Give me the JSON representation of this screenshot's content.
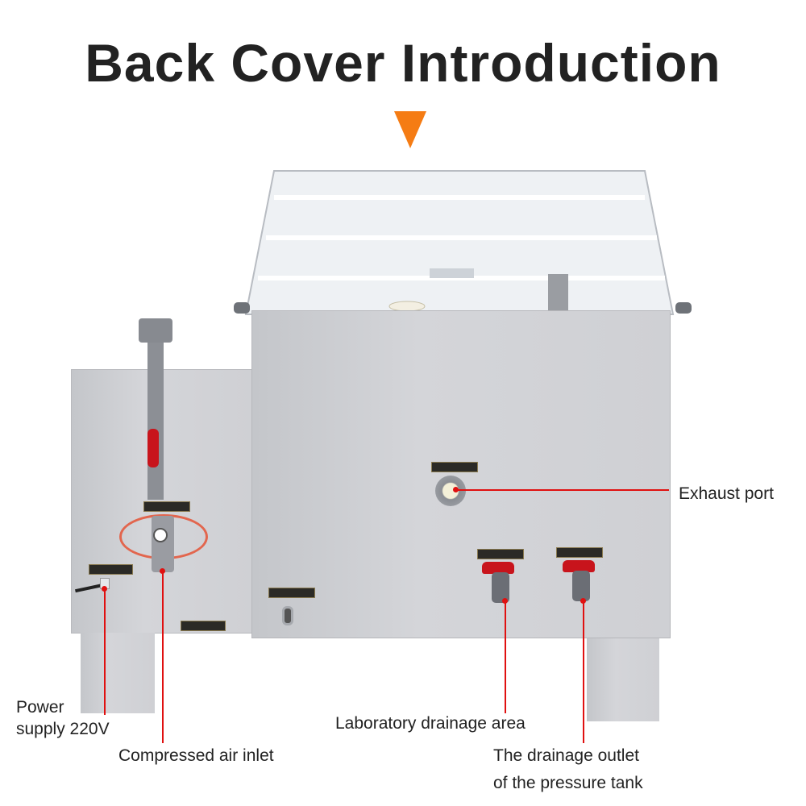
{
  "title": "Back Cover Introduction",
  "accent_color": "#f57c14",
  "pointer_color": "#e01010",
  "callouts": {
    "exhaust": "Exhaust port",
    "power_line1": "Power",
    "power_line2": "supply 220V",
    "compressed_air": "Compressed air inlet",
    "lab_drainage": "Laboratory drainage area",
    "pressure_line1": "The drainage outlet",
    "pressure_line2": "of the pressure tank"
  }
}
